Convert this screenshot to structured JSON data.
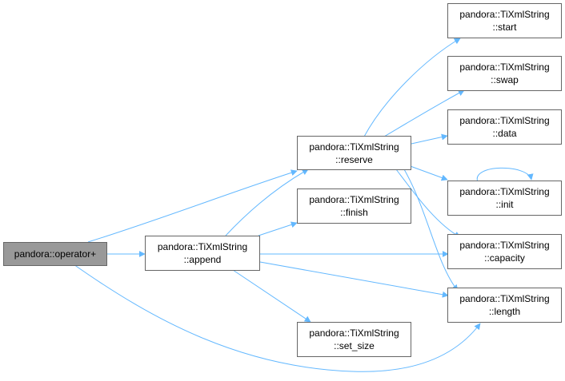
{
  "graph": {
    "nodes": {
      "operator_plus": {
        "lines": [
          "pandora::operator+"
        ],
        "selected": true
      },
      "append": {
        "lines": [
          "pandora::TiXmlString",
          "::append"
        ]
      },
      "reserve": {
        "lines": [
          "pandora::TiXmlString",
          "::reserve"
        ]
      },
      "finish": {
        "lines": [
          "pandora::TiXmlString",
          "::finish"
        ]
      },
      "set_size": {
        "lines": [
          "pandora::TiXmlString",
          "::set_size"
        ]
      },
      "start": {
        "lines": [
          "pandora::TiXmlString",
          "::start"
        ]
      },
      "swap": {
        "lines": [
          "pandora::TiXmlString",
          "::swap"
        ]
      },
      "data": {
        "lines": [
          "pandora::TiXmlString",
          "::data"
        ]
      },
      "init": {
        "lines": [
          "pandora::TiXmlString",
          "::init"
        ]
      },
      "capacity": {
        "lines": [
          "pandora::TiXmlString",
          "::capacity"
        ]
      },
      "length": {
        "lines": [
          "pandora::TiXmlString",
          "::length"
        ]
      }
    },
    "edges": [
      {
        "from": "operator_plus",
        "to": "append"
      },
      {
        "from": "operator_plus",
        "to": "reserve"
      },
      {
        "from": "operator_plus",
        "to": "length"
      },
      {
        "from": "append",
        "to": "reserve"
      },
      {
        "from": "append",
        "to": "finish"
      },
      {
        "from": "append",
        "to": "set_size"
      },
      {
        "from": "append",
        "to": "capacity"
      },
      {
        "from": "append",
        "to": "length"
      },
      {
        "from": "reserve",
        "to": "start"
      },
      {
        "from": "reserve",
        "to": "swap"
      },
      {
        "from": "reserve",
        "to": "data"
      },
      {
        "from": "reserve",
        "to": "init"
      },
      {
        "from": "reserve",
        "to": "capacity"
      },
      {
        "from": "reserve",
        "to": "length"
      },
      {
        "from": "init",
        "to": "init"
      }
    ],
    "colors": {
      "edge": "#63b8ff",
      "node_border": "#666666",
      "node_fill": "#ffffff",
      "selected_fill": "#999999"
    }
  }
}
